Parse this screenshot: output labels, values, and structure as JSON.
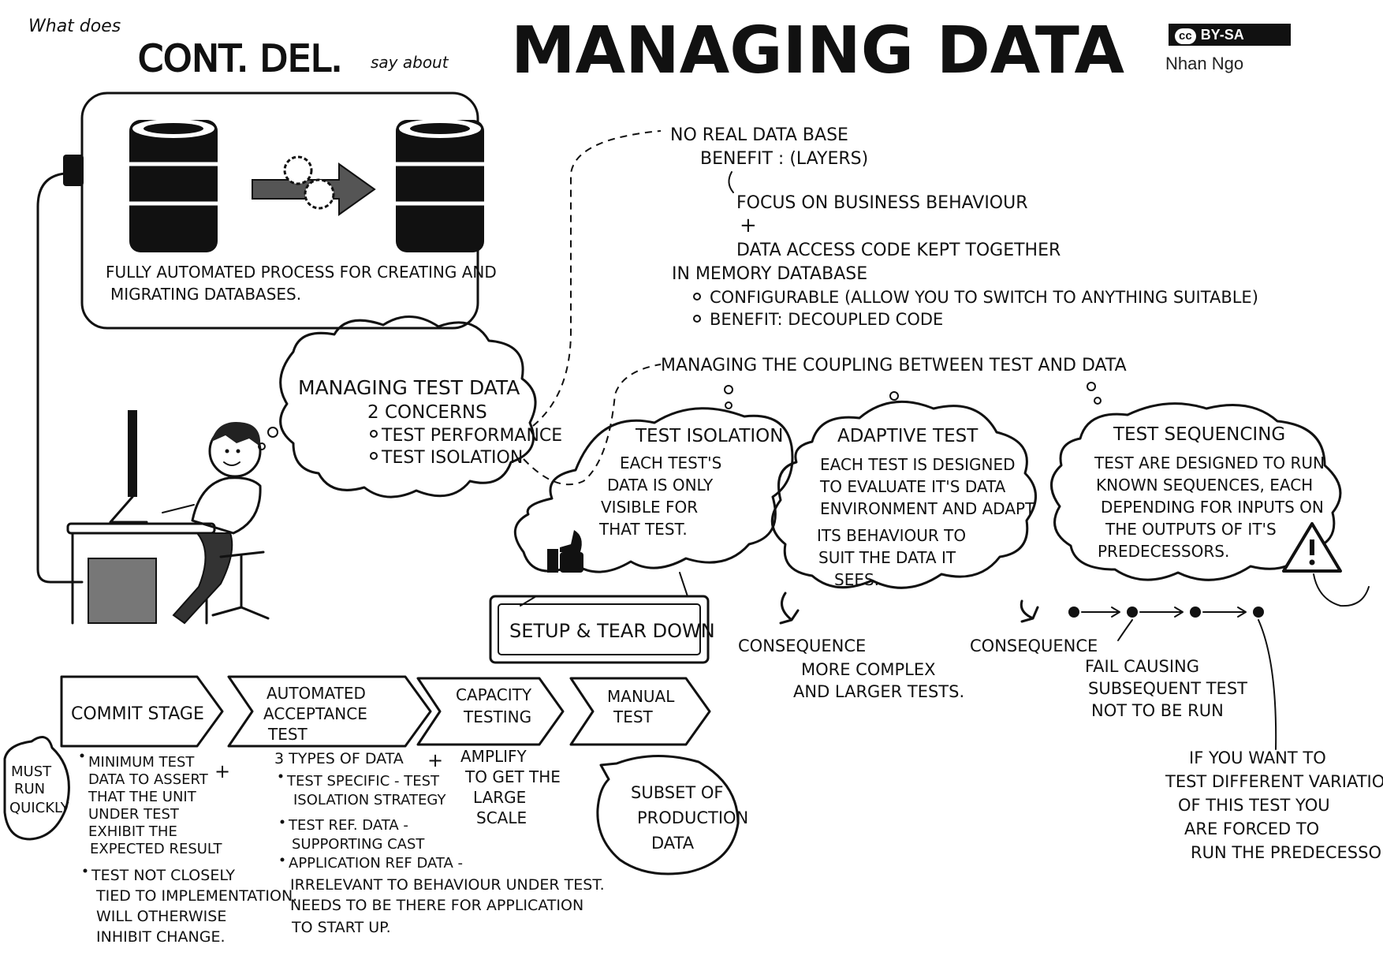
{
  "header": {
    "what_does": "What does",
    "cont_del": "CONT. DEL.",
    "say_about": "say about",
    "title": "MANAGING DATA",
    "license": "BY-SA",
    "license_cc": "cc",
    "author": "Nhan Ngo"
  },
  "automation_box": {
    "line1": "FULLY AUTOMATED PROCESS FOR CREATING AND",
    "line2": "MIGRATING DATABASES."
  },
  "test_data_cloud": {
    "title": "MANAGING TEST DATA",
    "subtitle": "2 CONCERNS",
    "items": [
      "TEST PERFORMANCE",
      "TEST ISOLATION"
    ]
  },
  "performance": {
    "no_real_db": "NO REAL DATA BASE",
    "benefit": "BENEFIT : (LAYERS)",
    "focus": "FOCUS ON BUSINESS BEHAVIOUR",
    "plus": "+",
    "data_access": "DATA ACCESS CODE KEPT TOGETHER",
    "in_memory": "IN MEMORY DATABASE",
    "bullets": [
      "CONFIGURABLE (ALLOW YOU TO SWITCH TO ANYTHING SUITABLE)",
      "BENEFIT: DECOUPLED CODE"
    ]
  },
  "coupling": {
    "title": "MANAGING THE COUPLING BETWEEN TEST AND DATA"
  },
  "test_isolation": {
    "title": "TEST ISOLATION",
    "lines": [
      "EACH TEST'S",
      "DATA IS ONLY",
      "VISIBLE FOR",
      "THAT TEST."
    ]
  },
  "setup": {
    "label": "SETUP & TEAR DOWN"
  },
  "adaptive_test": {
    "title": "ADAPTIVE TEST",
    "lines": [
      "EACH TEST IS DESIGNED",
      "TO EVALUATE IT'S DATA",
      "ENVIRONMENT AND ADAPT",
      "ITS BEHAVIOUR TO",
      "SUIT THE DATA IT",
      "SEES."
    ]
  },
  "consequence_adaptive": {
    "label": "CONSEQUENCE",
    "lines": [
      "MORE COMPLEX",
      "AND LARGER TESTS."
    ]
  },
  "test_sequencing": {
    "title": "TEST SEQUENCING",
    "lines": [
      "TEST ARE DESIGNED TO RUN",
      "KNOWN SEQUENCES, EACH",
      "DEPENDING FOR INPUTS ON",
      "THE OUTPUTS OF IT'S",
      "PREDECESSORS."
    ]
  },
  "consequence_sequencing": {
    "label": "CONSEQUENCE",
    "lines": [
      "FAIL CAUSING",
      "SUBSEQUENT TEST",
      "NOT TO BE RUN"
    ]
  },
  "variations_note": {
    "lines": [
      "IF YOU WANT TO",
      "TEST DIFFERENT VARIATIONS",
      "OF THIS TEST YOU",
      "ARE FORCED TO",
      "RUN THE PREDECESSORS"
    ]
  },
  "pipeline": {
    "stages": [
      {
        "lines": [
          "COMMIT STAGE"
        ]
      },
      {
        "lines": [
          "AUTOMATED",
          "ACCEPTANCE",
          "TEST"
        ]
      },
      {
        "lines": [
          "CAPACITY",
          "TESTING"
        ]
      },
      {
        "lines": [
          "MANUAL",
          "TEST"
        ]
      }
    ]
  },
  "must_run": {
    "lines": [
      "MUST",
      "RUN",
      "QUICKLY"
    ]
  },
  "commit_notes": {
    "bullet1": [
      "MINIMUM TEST",
      "DATA TO ASSERT",
      "THAT THE UNIT",
      "UNDER TEST",
      "EXHIBIT THE",
      "EXPECTED RESULT"
    ],
    "bullet2": [
      "TEST NOT CLOSELY",
      "TIED TO IMPLEMENTATION.",
      "WILL OTHERWISE",
      "INHIBIT CHANGE."
    ],
    "plus": "+"
  },
  "acceptance_notes": {
    "header": "3 TYPES OF DATA",
    "lines": [
      "TEST SPECIFIC - TEST",
      "ISOLATION STRATEGY",
      "TEST REF. DATA -",
      "SUPPORTING CAST",
      "APPLICATION REF DATA -",
      "IRRELEVANT TO BEHAVIOUR UNDER TEST.",
      "NEEDS TO BE THERE FOR APPLICATION",
      "TO START UP."
    ],
    "plus": "+"
  },
  "capacity_notes": {
    "lines": [
      "AMPLIFY",
      "TO GET THE",
      "LARGE",
      "SCALE"
    ]
  },
  "manual_notes": {
    "lines": [
      "SUBSET OF",
      "PRODUCTION",
      "DATA"
    ]
  }
}
